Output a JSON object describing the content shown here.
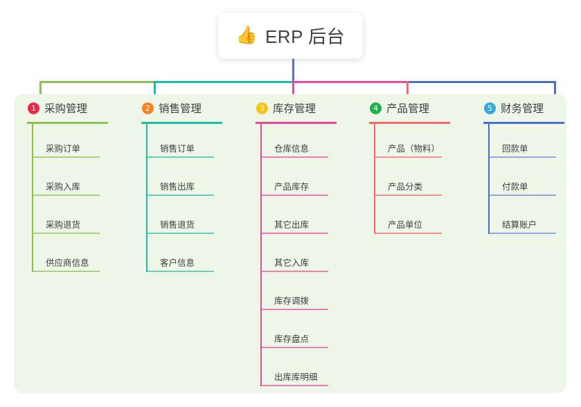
{
  "root": {
    "icon": "thumbs-up-icon",
    "emoji": "👍",
    "title": "ERP 后台"
  },
  "colors": {
    "panel_bg": "#edf6e7",
    "trunk": "#5a6fc0",
    "branch_1": "#8cc152",
    "branch_2": "#1bbfa8",
    "branch_3": "#e6499a",
    "branch_4": "#f4696b",
    "branch_5": "#4a6fd4",
    "badge_1": "#e8294a",
    "badge_2": "#f5821f",
    "badge_3": "#f9c316",
    "badge_4": "#22b24c",
    "badge_5": "#35a8e0",
    "rule_1": "#8cc152",
    "rule_2": "#1bbfa8",
    "rule_3": "#e6499a",
    "rule_4": "#f4696b",
    "rule_5": "#4a6fd4",
    "item_rule_1": "#a9d07e",
    "item_rule_2": "#62cfc2",
    "item_rule_3": "#ed7eb4",
    "item_rule_4": "#f79294",
    "item_rule_5": "#91a9e0",
    "text": "#3c4043"
  },
  "columns": [
    {
      "number": "1",
      "title": "采购管理",
      "accent": "#8cc152",
      "badge_color": "#e8294a",
      "item_line": "#a9d07e",
      "items": [
        {
          "label": "采购订单"
        },
        {
          "label": "采购入库"
        },
        {
          "label": "采购退货"
        },
        {
          "label": "供应商信息"
        }
      ]
    },
    {
      "number": "2",
      "title": "销售管理",
      "accent": "#1bbfa8",
      "badge_color": "#f5821f",
      "item_line": "#62cfc2",
      "items": [
        {
          "label": "销售订单"
        },
        {
          "label": "销售出库"
        },
        {
          "label": "销售退货"
        },
        {
          "label": "客户信息"
        }
      ]
    },
    {
      "number": "3",
      "title": "库存管理",
      "accent": "#e6499a",
      "badge_color": "#f9c316",
      "item_line": "#ed7eb4",
      "items": [
        {
          "label": "仓库信息"
        },
        {
          "label": "产品库存"
        },
        {
          "label": "其它出库"
        },
        {
          "label": "其它入库"
        },
        {
          "label": "库存调拨"
        },
        {
          "label": "库存盘点"
        },
        {
          "label": "出库库明细"
        }
      ]
    },
    {
      "number": "4",
      "title": "产品管理",
      "accent": "#f4696b",
      "badge_color": "#22b24c",
      "item_line": "#f79294",
      "items": [
        {
          "label": "产品（物料）"
        },
        {
          "label": "产品分类"
        },
        {
          "label": "产品单位"
        }
      ]
    },
    {
      "number": "5",
      "title": "财务管理",
      "accent": "#4a6fd4",
      "badge_color": "#35a8e0",
      "item_line": "#91a9e0",
      "items": [
        {
          "label": "回款单"
        },
        {
          "label": "付款单"
        },
        {
          "label": "结算账户"
        }
      ]
    }
  ]
}
